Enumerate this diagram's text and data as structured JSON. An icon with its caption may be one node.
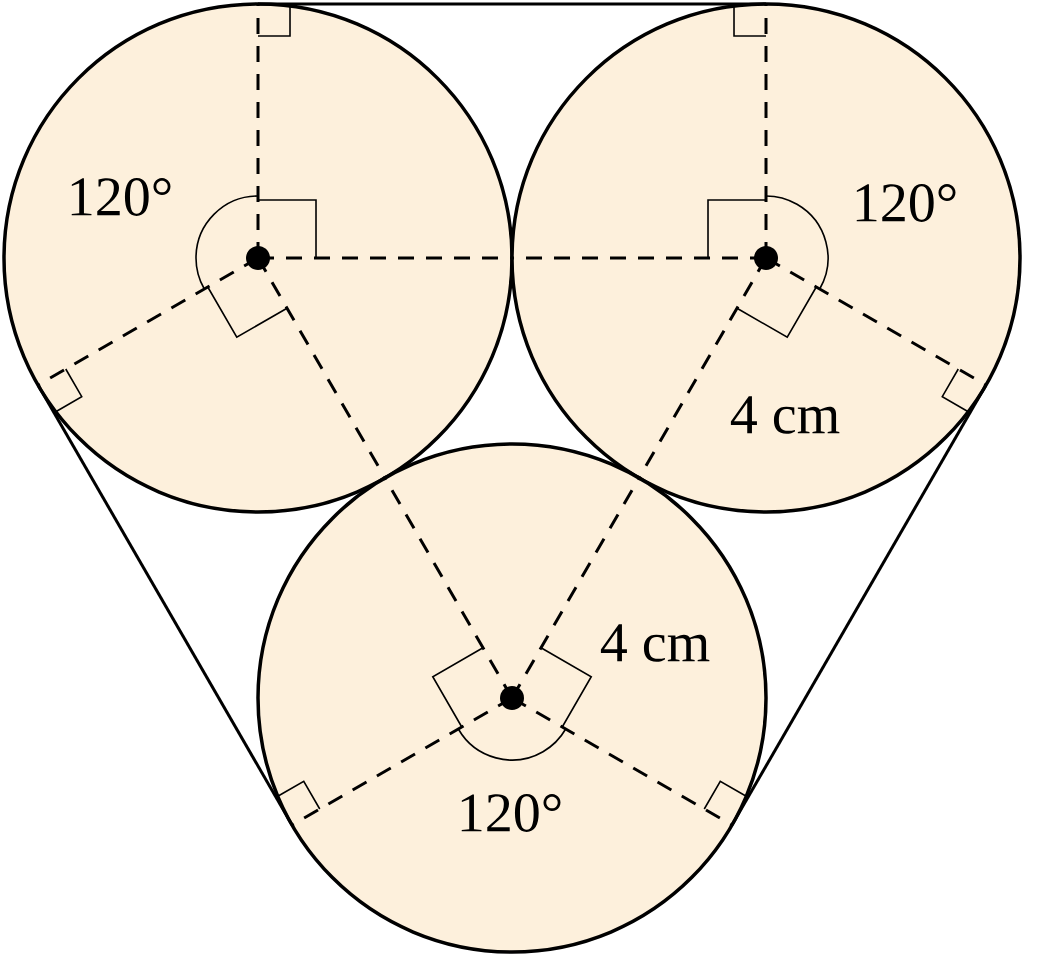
{
  "diagram": {
    "labels": [
      "120°",
      "120°",
      "4 cm",
      "4 cm",
      "120°"
    ]
  }
}
